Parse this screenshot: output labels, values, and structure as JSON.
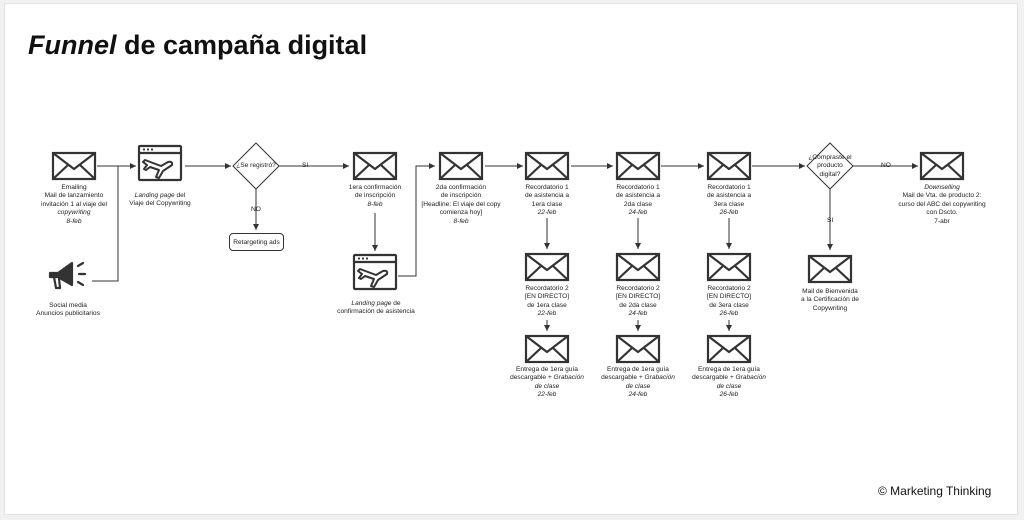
{
  "title": {
    "italic": "Funnel",
    "rest": " de campaña digital"
  },
  "credit": "© Marketing Thinking",
  "nodes": {
    "emailing": {
      "lines": [
        "Emailing",
        "Mail de lanzamiento",
        "invitación 1 al viaje del",
        "copywriting",
        "8-feb"
      ],
      "icon": "envelope-icon"
    },
    "social": {
      "lines": [
        "Social media",
        "Anuncios publicitarios"
      ],
      "icon": "megaphone-icon"
    },
    "landing1": {
      "italic": "Landing page",
      "rest": " del",
      "line2": "Viaje del Copywriting",
      "icon": "landing-page-icon"
    },
    "decision1": {
      "label": "¿Se registró?",
      "icon": "decision-diamond-icon"
    },
    "retargeting": {
      "label": "Retargeting ads"
    },
    "confirm1": {
      "lines": [
        "1era confirmación",
        "de inscripción",
        "8-feb"
      ],
      "icon": "envelope-icon"
    },
    "landing2": {
      "italic": "Landing page",
      "rest": " de",
      "line2": "confirmación de asistencia",
      "icon": "landing-page-icon"
    },
    "confirm2": {
      "lines": [
        "2da confirmación",
        "de inscripción",
        "[Headline: El viaje del copy",
        "comienza hoy]",
        "8-feb"
      ],
      "icon": "envelope-icon"
    },
    "rec1a": {
      "lines": [
        "Recordatorio 1",
        "de asistencia a",
        "1era clase",
        "22-feb"
      ],
      "icon": "envelope-icon"
    },
    "rec1b": {
      "lines": [
        "Recordatorio 1",
        "de asistencia a",
        "2da clase",
        "24-feb"
      ],
      "icon": "envelope-icon"
    },
    "rec1c": {
      "lines": [
        "Recordatorio 1",
        "de asistencia a",
        "3era clase",
        "26-feb"
      ],
      "icon": "envelope-icon"
    },
    "rec2a": {
      "lines": [
        "Recordatorio 2",
        "[EN DIRECTO]",
        "de 1era clase",
        "22-feb"
      ],
      "icon": "envelope-icon"
    },
    "rec2b": {
      "lines": [
        "Recordatorio 2",
        "[EN DIRECTO]",
        "de 2da clase",
        "24-feb"
      ],
      "icon": "envelope-icon"
    },
    "rec2c": {
      "lines": [
        "Recordatorio 2",
        "[EN DIRECTO]",
        "de 3era clase",
        "26-feb"
      ],
      "icon": "envelope-icon"
    },
    "deliv_a": {
      "line1": "Entrega de 1era guía",
      "line2a": "descargable ",
      "line2b": "+ Grabación",
      "line3": "de clase",
      "date": "22-feb",
      "icon": "envelope-icon"
    },
    "deliv_b": {
      "line1": "Entrega de 1era guía",
      "line2a": "descargable ",
      "line2b": "+ Grabación",
      "line3": "de clase",
      "date": "24-feb",
      "icon": "envelope-icon"
    },
    "deliv_c": {
      "line1": "Entrega de 1era guía",
      "line2a": "descargable ",
      "line2b": "+ Grabación",
      "line3": "de clase",
      "date": "26-feb",
      "icon": "envelope-icon"
    },
    "decision2": {
      "lines": [
        "¿Compraste el",
        "producto",
        "digital?"
      ],
      "icon": "decision-diamond-icon"
    },
    "welcome": {
      "lines": [
        "Mail de Bienvenida",
        "a la Certificación de",
        "Copywriting"
      ],
      "icon": "envelope-icon"
    },
    "downsell": {
      "lines": [
        "Downselling",
        "Mail de Vta. de producto 2:",
        "curso del ABC del copywriting",
        "con Dscto.",
        "7-abr"
      ],
      "icon": "envelope-icon"
    }
  },
  "edges": {
    "yes1": "SI",
    "no1": "NO",
    "yes2": "SI",
    "no2": "NO"
  },
  "colors": {
    "stroke": "#333333",
    "text": "#222222",
    "background": "#ffffff"
  }
}
